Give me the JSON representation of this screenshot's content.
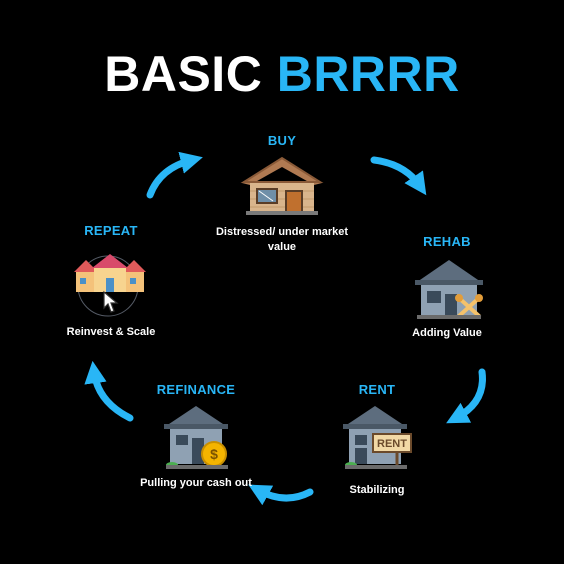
{
  "title": {
    "part1": "BASIC",
    "part2": "BRRRR",
    "accent_color": "#29b6f6"
  },
  "steps": {
    "buy": {
      "label": "BUY",
      "caption": "Distressed/ under market value",
      "icon": "damaged-house-icon"
    },
    "rehab": {
      "label": "REHAB",
      "caption": "Adding Value",
      "icon": "house-tools-icon"
    },
    "rent": {
      "label": "RENT",
      "caption": "Stabilizing",
      "icon": "house-rent-sign-icon",
      "sign": "RENT"
    },
    "refinance": {
      "label": "REFINANCE",
      "caption": "Pulling your cash out",
      "icon": "house-dollar-icon"
    },
    "repeat": {
      "label": "REPEAT",
      "caption": "Reinvest & Scale",
      "icon": "houses-click-icon"
    }
  },
  "colors": {
    "background": "#000000",
    "label": "#29b6f6",
    "arrow": "#29b6f6",
    "text": "#ffffff"
  }
}
